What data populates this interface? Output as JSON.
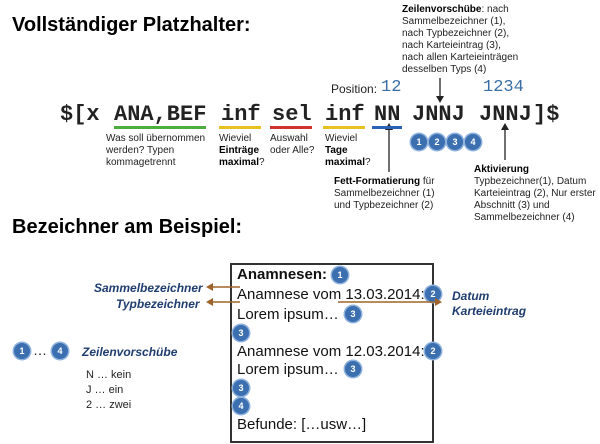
{
  "title_full": "Vollständiger Platzhalter:",
  "title_example": "Bezeichner am Beispiel:",
  "syntax": {
    "prefix": "$[x",
    "ana_bef": "ANA,BEF",
    "inf1": "inf",
    "sel": "sel",
    "inf2": "inf",
    "nn": "NN",
    "jnnj1": "JNNJ",
    "jnnj2": "JNNJ",
    "suffix": "]$"
  },
  "position": {
    "label": "Position:",
    "num1": "12",
    "num2": "1234"
  },
  "zeilenvorschuebe_note": {
    "bold": "Zeilenvorschübe",
    "lines": [
      ": nach",
      "Sammelbezeichner (1),",
      "nach Typbezeichner (2),",
      "nach Karteieintrag (3),",
      "nach allen Karteieinträgen",
      "desselben Typs (4)"
    ]
  },
  "descriptions": {
    "ana_bef": [
      "Was soll übernommen",
      "werden? Typen",
      "kommagetrennt"
    ],
    "inf1": {
      "pre": "Wieviel",
      "bold1": "Einträge",
      "bold2": "maximal",
      "post": "?"
    },
    "sel": [
      "Auswahl",
      "oder Alle?"
    ],
    "inf2": {
      "pre": "Wieviel",
      "bold1": "Tage",
      "bold2": "maximal",
      "post": "?"
    },
    "nn": {
      "bold": "Fett-Formatierung",
      "rest1": " für",
      "rest2": "Sammelbezeichner (1)",
      "rest3": "und Typbezeichner (2)"
    },
    "aktivierung": {
      "bold": "Aktivierung",
      "lines": [
        "Typbezeichner(1), Datum",
        "Karteieintrag (2), Nur erster",
        "Abschnitt (3) und",
        "Sammelbezeichner (4)"
      ]
    }
  },
  "circles": [
    "1",
    "2",
    "3",
    "4"
  ],
  "example": {
    "heading": "Anamnesen",
    "heading_colon": ":",
    "line1": "Anamnese vom 13.03.2014:",
    "line2": "Lorem ipsum…",
    "line3": "Anamnese vom 12.03.2014:",
    "line4": "Lorem ipsum…",
    "line5": "Befunde: […usw…]"
  },
  "labels": {
    "sammel": "Sammelbezeichner",
    "typ": "Typbezeichner",
    "datum1": "Datum",
    "datum2": "Karteieintrag",
    "zeilen": "Zeilenvorschübe",
    "dots": "…"
  },
  "legend": [
    "N … kein",
    "J … ein",
    "2 … zwei"
  ],
  "colors": {
    "green": "#4caf3c",
    "yellow": "#e8c21e",
    "red": "#d0342c",
    "blue": "#2a62b8",
    "brown": "#a0642a",
    "circle": "#3b6fb0"
  }
}
